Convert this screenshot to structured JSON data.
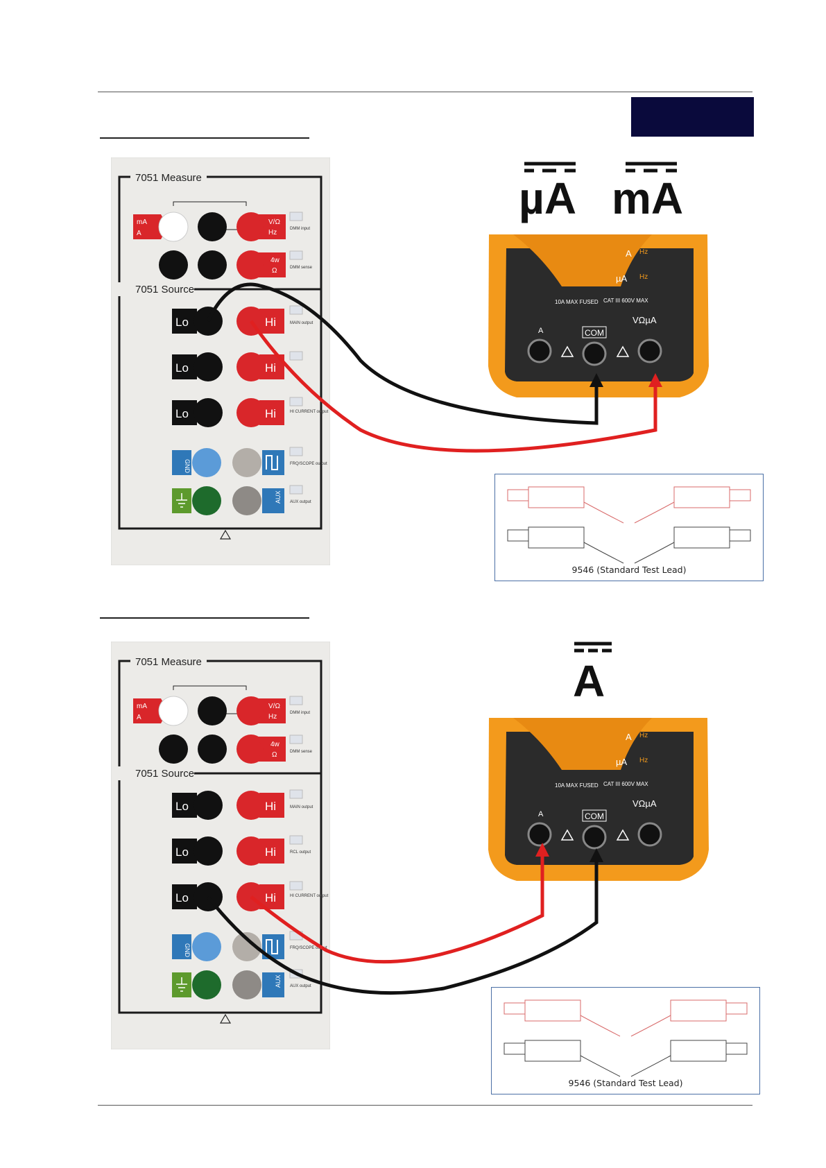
{
  "header": {
    "brand_color": "#0a0a3c"
  },
  "panel": {
    "measure_title": "7051 Measure",
    "source_title": "7051 Source",
    "ma_label_1": "mA",
    "ma_label_2": "A",
    "vohm_label_1": "V/Ω",
    "vohm_label_2": "Hz",
    "fourw_label_1": "4w",
    "fourw_label_2": "Ω",
    "dmm_input": "DMM input",
    "dmm_sense": "DMM sense",
    "lo": "Lo",
    "hi": "Hi",
    "main_output": "MAIN output",
    "hi_current_output": "HI CURRENT output",
    "rcl_output": "RCL output",
    "frq_output": "FRQ/SCOPE output",
    "aux_output": "AUX output",
    "gnd_label": "GND",
    "aux_label": "AUX"
  },
  "meter": {
    "range_a": "A",
    "range_ua": "µA",
    "hz": "Hz",
    "fused": "10A MAX FUSED",
    "cat": "CAT III 600V MAX",
    "vua": "VΩµA",
    "a_jack": "A",
    "com_jack": "COM"
  },
  "diagram1": {
    "symbol_1": "µA",
    "symbol_2": "mA"
  },
  "diagram2": {
    "symbol_1": "A"
  },
  "leads": {
    "caption": "9546 (Standard Test Lead)"
  },
  "colors": {
    "red": "#e02020",
    "black": "#111111",
    "meter_orange": "#f39a1c",
    "meter_face": "#2b2b2b",
    "blue": "#2f78b8",
    "green": "#2e8b2e"
  }
}
